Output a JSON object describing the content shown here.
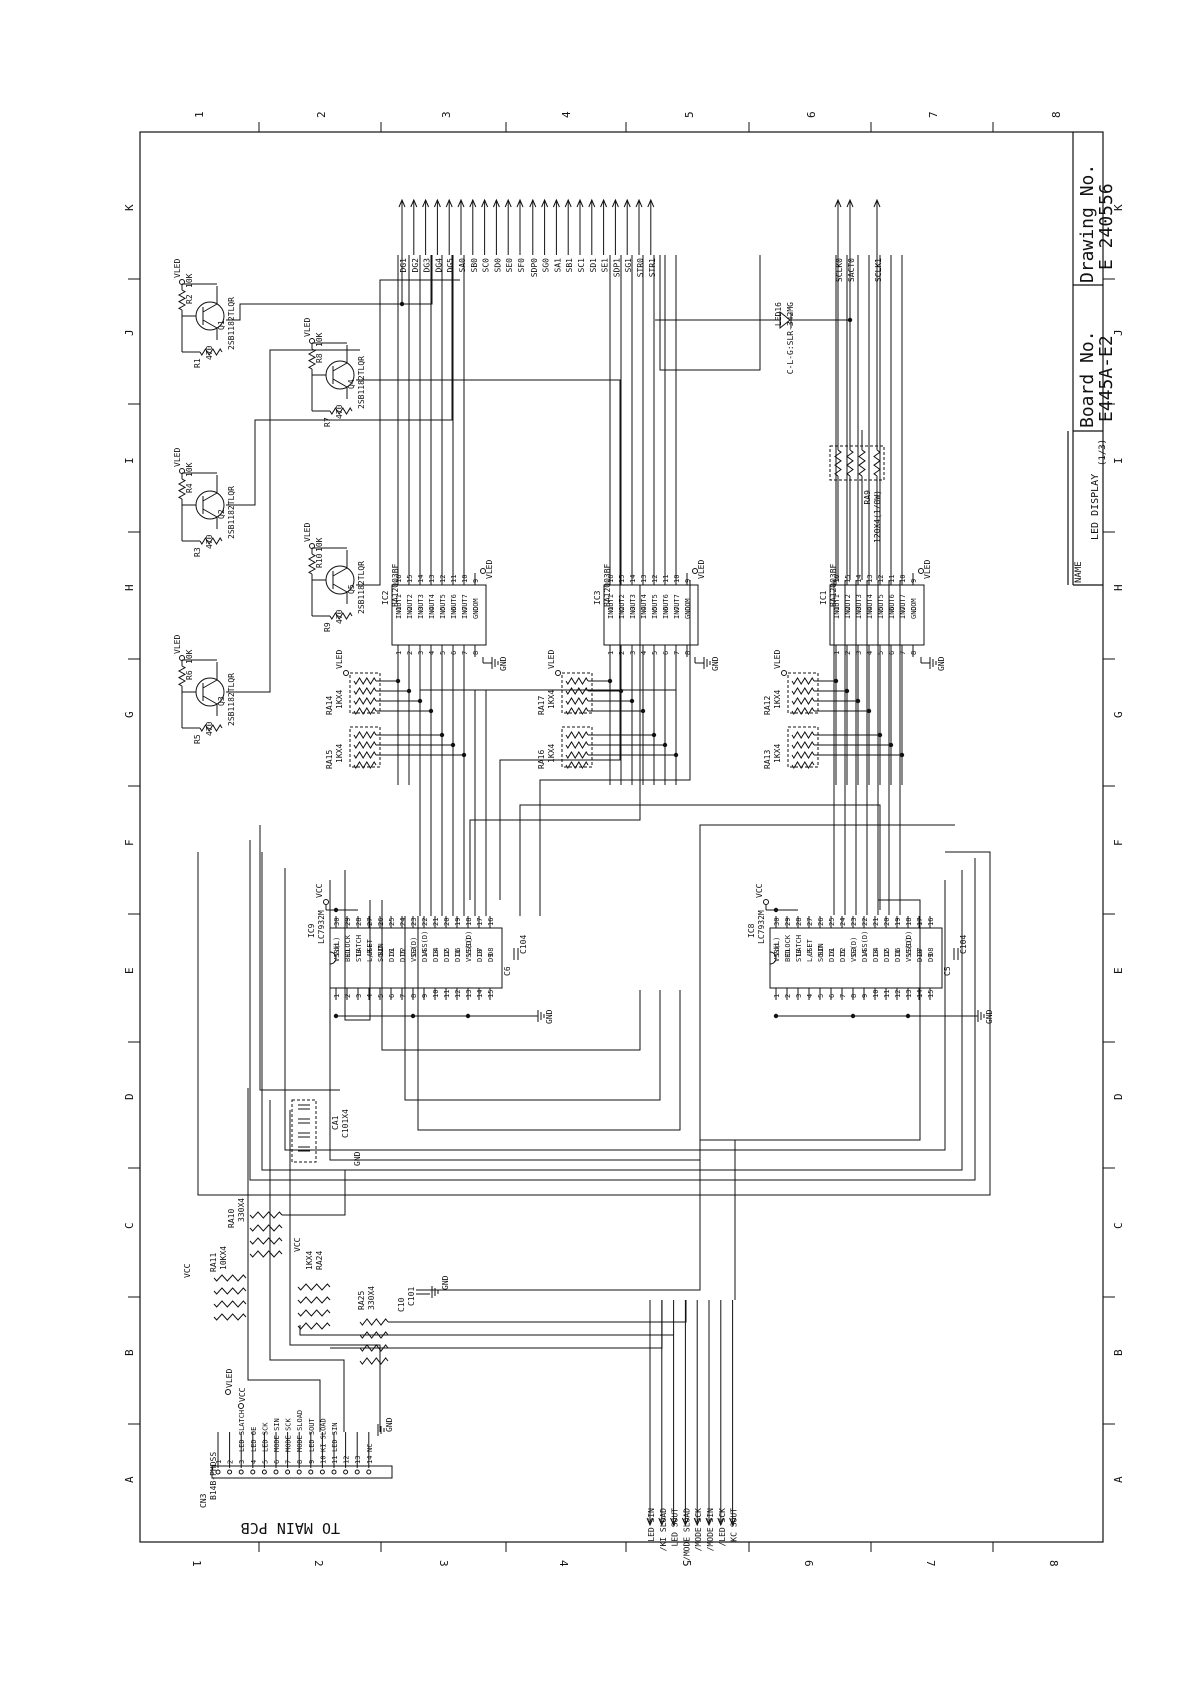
{
  "title_block": {
    "drawing_label": "Drawing No.",
    "drawing_value": "E 240556",
    "board_label": "Board No.",
    "board_value": "E445A-E2",
    "name_label": "NAME",
    "name_value": "LED DISPLAY",
    "sheet": "(1/3)"
  },
  "footer_label": "TO MAIN PCB",
  "grid": {
    "numbers": [
      "1",
      "2",
      "3",
      "4",
      "5",
      "6",
      "7",
      "8"
    ],
    "letters": [
      "K",
      "J",
      "I",
      "H",
      "G",
      "F",
      "E",
      "D",
      "C",
      "B",
      "A"
    ]
  },
  "outputs": {
    "signals": [
      "DG1",
      "DG2",
      "DG3",
      "DG4",
      "DG5",
      "SA0",
      "SB0",
      "SC0",
      "SD0",
      "SE0",
      "SF0",
      "SDP0",
      "SG0",
      "SA1",
      "SB1",
      "SC1",
      "SD1",
      "SE1",
      "SDP1",
      "SG1",
      "STR0",
      "STR1"
    ],
    "clocks": [
      "SCLK0",
      "SACT0",
      "SCLK1"
    ]
  },
  "led16": {
    "ref": "LED16",
    "part": "C-L-G:SLR-342MG"
  },
  "ra9": {
    "ref": "RA9",
    "value": "120X4(1/8W)"
  },
  "transistors": [
    {
      "ref": "Q1",
      "part": "2SB1182TLQR",
      "rb": "R1",
      "rb_val": "470",
      "rbe": "R2",
      "rbe_val": "10K",
      "supply": "VLED"
    },
    {
      "ref": "Q2",
      "part": "2SB1182TLQR",
      "rb": "R3",
      "rb_val": "470",
      "rbe": "R4",
      "rbe_val": "10K",
      "supply": "VLED"
    },
    {
      "ref": "Q3",
      "part": "2SB1182TLQR",
      "rb": "R5",
      "rb_val": "470",
      "rbe": "R6",
      "rbe_val": "10K",
      "supply": "VLED"
    },
    {
      "ref": "Q4",
      "part": "2SB1182TLQR",
      "rb": "R7",
      "rb_val": "470",
      "rbe": "R8",
      "rbe_val": "10K",
      "supply": "VLED"
    },
    {
      "ref": "Q5",
      "part": "2SB1182TLQR",
      "rb": "R9",
      "rb_val": "470",
      "rbe": "R10",
      "rbe_val": "10K",
      "supply": "VLED"
    }
  ],
  "drivers": [
    {
      "ref": "IC2",
      "part": "BA12003BF",
      "ra_top": "RA14",
      "ra_bottom": "RA15",
      "ra_value": "1KX4"
    },
    {
      "ref": "IC3",
      "part": "BA12003BF",
      "ra_top": "RA17",
      "ra_bottom": "RA16",
      "ra_value": "1KX4"
    },
    {
      "ref": "IC1",
      "part": "BA12003BF",
      "ra_top": "RA12",
      "ra_bottom": "RA13",
      "ra_value": "1KX4"
    }
  ],
  "driver_pins": {
    "left_names": [
      "OUT1",
      "OUT2",
      "OUT3",
      "OUT4",
      "OUT5",
      "OUT6",
      "OUT7",
      "COM"
    ],
    "left_nums": [
      "16",
      "15",
      "14",
      "13",
      "12",
      "11",
      "10",
      "9"
    ],
    "right_names": [
      "IN1",
      "IN2",
      "IN3",
      "IN4",
      "IN5",
      "IN6",
      "IN7",
      "GND"
    ],
    "right_nums": [
      "1",
      "2",
      "3",
      "4",
      "5",
      "6",
      "7",
      "8"
    ],
    "com_net": "VLED",
    "gnd_net": "GND"
  },
  "shift_registers": [
    {
      "ref": "IC9",
      "part": "LC7932M",
      "cap": "C6",
      "cap_val": "C104",
      "vcc": "VCC",
      "gnd": "GND"
    },
    {
      "ref": "IC8",
      "part": "LC7932M",
      "cap": "C5",
      "cap_val": "C104",
      "vcc": "VCC",
      "gnd": "GND"
    }
  ],
  "sr_pins": {
    "top_names": [
      "Vdd",
      "CLOCK",
      "LATCH",
      "LSET",
      "SIN",
      "D1",
      "D2",
      "D3",
      "VSS(D)",
      "D4",
      "D5",
      "D6",
      "VSS(D)",
      "D7",
      "D8"
    ],
    "top_nums": [
      "30",
      "29",
      "28",
      "27",
      "26",
      "25",
      "24",
      "23",
      "22",
      "21",
      "20",
      "19",
      "18",
      "17",
      "16"
    ],
    "bottom_names": [
      "VSS(L)",
      "BEO",
      "STB",
      "L/R",
      "SOUT",
      "D16",
      "D15",
      "VSS(D)",
      "D14",
      "D13",
      "D12",
      "D11",
      "VSS(D)",
      "D10",
      "D9"
    ],
    "bottom_nums": [
      "1",
      "2",
      "3",
      "4",
      "5",
      "6",
      "7",
      "8",
      "9",
      "10",
      "11",
      "12",
      "13",
      "14",
      "15"
    ]
  },
  "caps": {
    "ca1_ref": "CA1",
    "ca1_val": "C101X4",
    "c10_ref": "C10",
    "c10_val": "C101",
    "gnd": "GND"
  },
  "resistor_arrays": {
    "ra10_ref": "RA10",
    "ra10_val": "330X4",
    "ra11_ref": "RA11",
    "ra11_val": "10KX4",
    "ra24_ref": "RA24",
    "ra24_val": "1KX4",
    "ra25_ref": "RA25",
    "ra25_val": "330X4",
    "vcc": "VCC"
  },
  "connector": {
    "ref": "CN3",
    "part": "B14B-PHDSS",
    "supply_vled": "VLED",
    "supply_vcc": "VCC",
    "gnd": "GND",
    "pins": [
      {
        "num": "1",
        "label": ""
      },
      {
        "num": "2",
        "label": ""
      },
      {
        "num": "3",
        "label": "LED SLATCH"
      },
      {
        "num": "4",
        "label": "LED OE"
      },
      {
        "num": "5",
        "label": "LED SCK"
      },
      {
        "num": "6",
        "label": "MODE SIN"
      },
      {
        "num": "7",
        "label": "MODE SCK"
      },
      {
        "num": "8",
        "label": "MODE SLOAD"
      },
      {
        "num": "9",
        "label": "LED SOUT"
      },
      {
        "num": "10",
        "label": "KI SLOAD"
      },
      {
        "num": "11",
        "label": "LED SIN"
      },
      {
        "num": "12",
        "label": ""
      },
      {
        "num": "13",
        "label": ""
      },
      {
        "num": "14",
        "label": "NC"
      }
    ]
  },
  "bottom_signals": [
    "LED SIN",
    "/KI SLOAD",
    "LED SOUT",
    "/MODE SLOAD",
    "/MODE SCK",
    "/MODE SIN",
    "/LED SCK",
    "KC SOUT"
  ]
}
